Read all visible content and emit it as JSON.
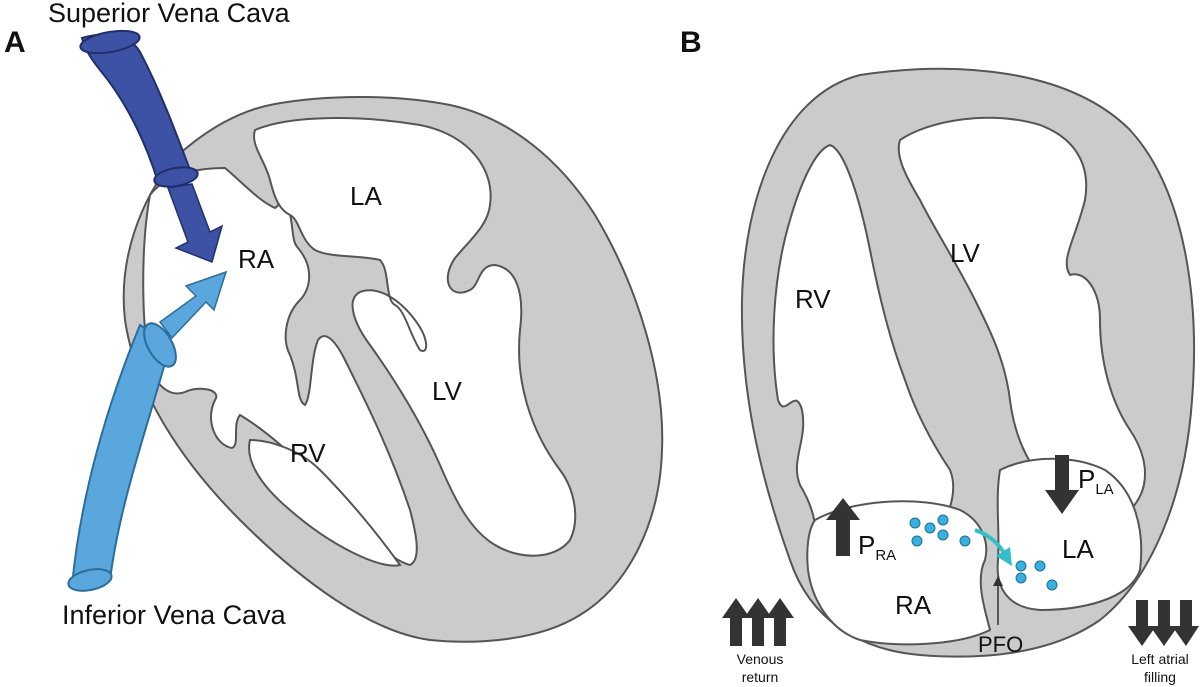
{
  "panel_a": {
    "letter": "A",
    "svc_label": "Superior Vena Cava",
    "ivc_label": "Inferior Vena Cava",
    "chambers": {
      "la": "LA",
      "ra": "RA",
      "lv": "LV",
      "rv": "RV"
    }
  },
  "panel_b": {
    "letter": "B",
    "chambers": {
      "rv": "RV",
      "lv": "LV",
      "ra": "RA",
      "la": "LA"
    },
    "p_ra": {
      "main": "P",
      "sub": "RA"
    },
    "p_la": {
      "main": "P",
      "sub": "LA"
    },
    "pfo_label": "PFO",
    "venous_return": [
      "Venous",
      "return"
    ],
    "left_atrial_filling": [
      "Left atrial",
      "filling"
    ]
  },
  "colors": {
    "tissue": "#cbcbcb",
    "outline": "#555555",
    "svc": "#3d52a5",
    "ivc": "#5aa7dd",
    "bubble": "#3ab0df",
    "shunt_arrow": "#33bfc8",
    "pressure_arrow": "#333333"
  }
}
